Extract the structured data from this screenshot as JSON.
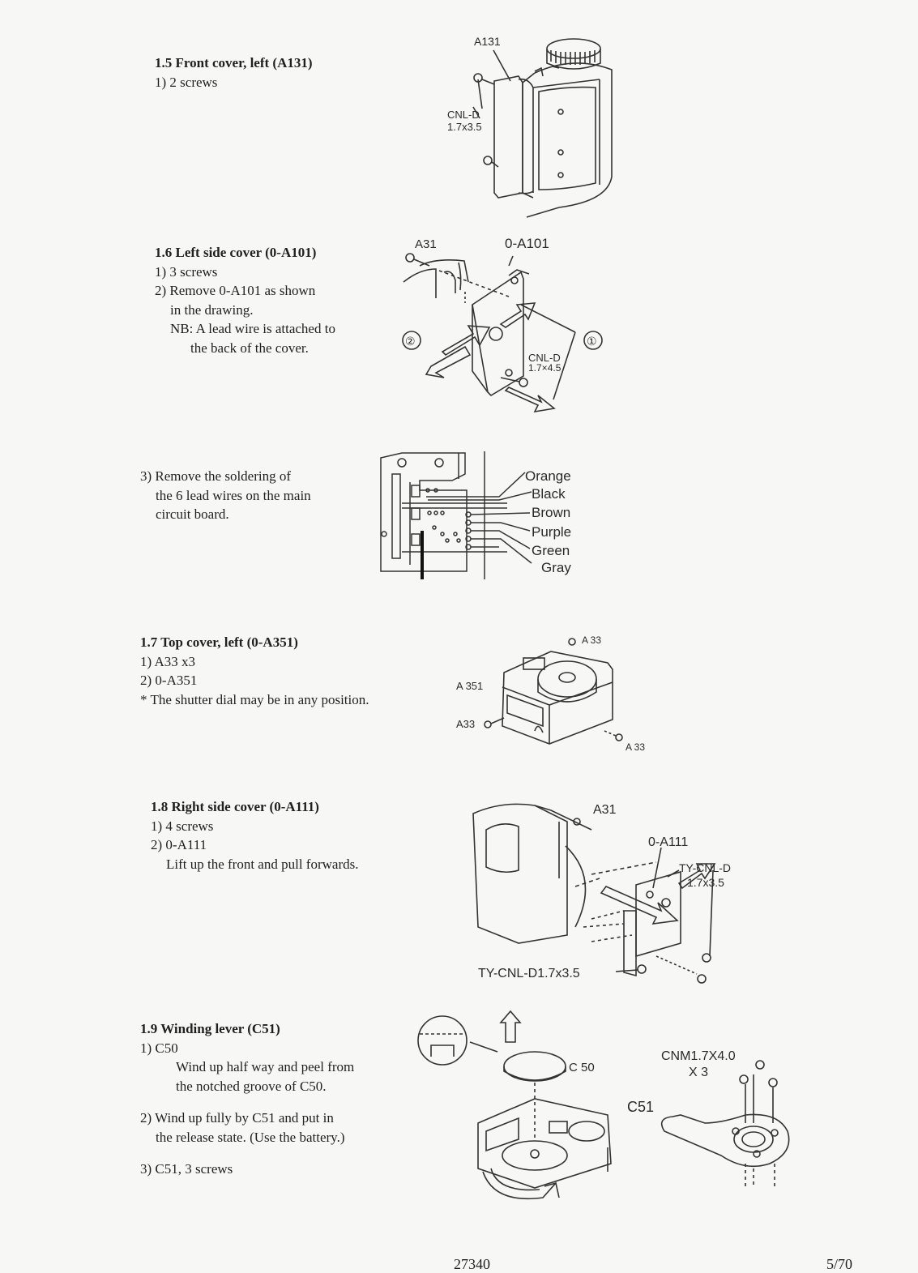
{
  "sections": [
    {
      "id": "1-5",
      "heading": "1.5  Front cover, left (A131)",
      "lines": [
        "1) 2 screws"
      ],
      "figure_labels": [
        "A131",
        "CNL-D",
        "1.7x3.5"
      ]
    },
    {
      "id": "1-6",
      "heading": "1.6  Left side cover (0-A101)",
      "lines": [
        "1) 3 screws",
        "2) Remove 0-A101 as shown",
        "in the drawing.",
        "NB: A lead wire is attached to",
        "the back of the cover."
      ],
      "figure_labels": [
        "A31",
        "0-A101",
        "②",
        "①",
        "CNL-D",
        "1.7×4.5"
      ]
    },
    {
      "id": "1-6-3",
      "heading": "",
      "lines": [
        "3) Remove the soldering of",
        "the 6 lead wires on the main",
        "circuit board."
      ],
      "wire_colors": [
        "Orange",
        "Black",
        "Brown",
        "Purple",
        "Green",
        "Gray"
      ]
    },
    {
      "id": "1-7",
      "heading": "1.7  Top cover, left (0-A351)",
      "lines": [
        "1) A33 x3",
        "2) 0-A351",
        "* The shutter dial may be in any position."
      ],
      "figure_labels": [
        "A 33",
        "A 351",
        "A33",
        "A 33"
      ]
    },
    {
      "id": "1-8",
      "heading": "1.8  Right side cover (0-A111)",
      "lines": [
        "1) 4 screws",
        "2) 0-A111",
        "Lift up the front and pull forwards."
      ],
      "figure_labels": [
        "A31",
        "0-A111",
        "TY-CNL-D",
        "1.7x3.5",
        "TY-CNL-D1.7x3.5"
      ]
    },
    {
      "id": "1-9",
      "heading": "1.9  Winding lever (C51)",
      "lines": [
        "1) C50",
        "Wind up half way and peel from",
        "the notched groove of C50.",
        "2) Wind up fully by C51 and put in",
        "the release state.  (Use the battery.)",
        "3) C51, 3 screws"
      ],
      "figure_labels": [
        "C 50",
        "CNM1.7X4.0",
        "X 3",
        "C51"
      ]
    }
  ],
  "footer": {
    "doc_number": "27340",
    "page": "5/70"
  }
}
